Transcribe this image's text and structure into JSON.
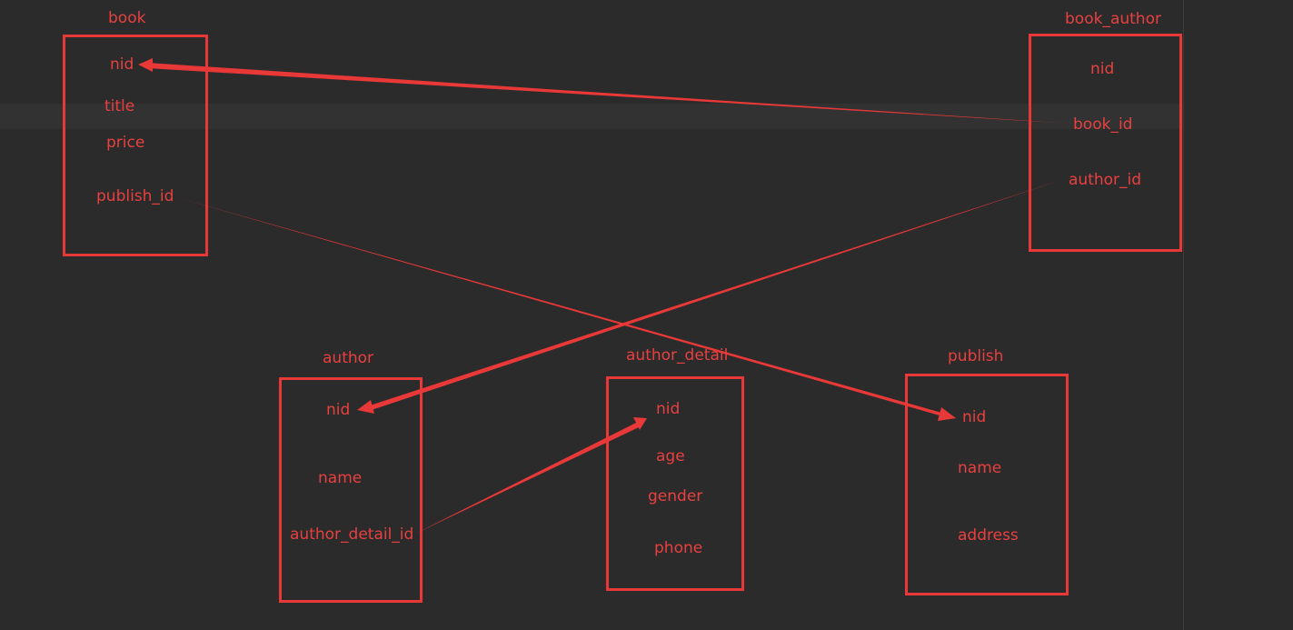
{
  "colors": {
    "background": "#2b2b2b",
    "accent": "#e83838"
  },
  "tables": {
    "book": {
      "title": "book",
      "fields": [
        "nid",
        "title",
        "price",
        "publish_id"
      ]
    },
    "book_author": {
      "title": "book_author",
      "fields": [
        "nid",
        "book_id",
        "author_id"
      ]
    },
    "author": {
      "title": "author",
      "fields": [
        "nid",
        "name",
        "author_detail_id"
      ]
    },
    "author_detail": {
      "title": "author_detail",
      "fields": [
        "nid",
        "age",
        "gender",
        "phone"
      ]
    },
    "publish": {
      "title": "publish",
      "fields": [
        "nid",
        "name",
        "address"
      ]
    }
  },
  "relations": [
    {
      "from": "book_author.book_id",
      "to": "book.nid"
    },
    {
      "from": "book_author.author_id",
      "to": "author.nid"
    },
    {
      "from": "book.publish_id",
      "to": "publish.nid"
    },
    {
      "from": "author.author_detail_id",
      "to": "author_detail.nid"
    }
  ]
}
